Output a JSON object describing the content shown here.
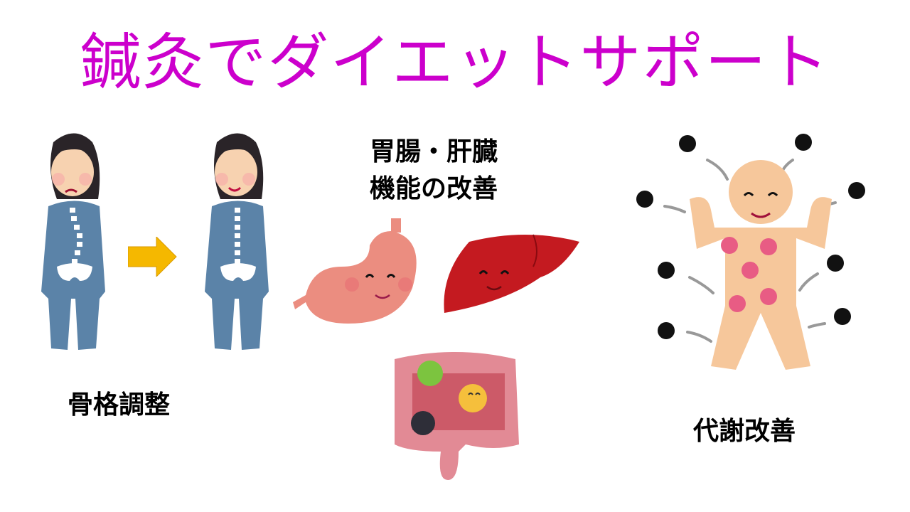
{
  "slide": {
    "title": "鍼灸でダイエットサポート",
    "title_color": "#cc00cc",
    "sections": [
      {
        "id": "skeleton",
        "label": "骨格調整"
      },
      {
        "id": "organs",
        "label_line1": "胃腸・肝臓",
        "label_line2": "機能の改善"
      },
      {
        "id": "metabolism",
        "label": "代謝改善"
      }
    ],
    "illustrations": {
      "person_before": "person-bent-spine-icon",
      "arrow": "arrow-right-icon",
      "person_after": "person-straight-spine-icon",
      "stomach": "stomach-icon",
      "liver": "liver-icon",
      "intestine": "intestine-bacteria-icon",
      "body": "body-metabolism-icon"
    },
    "colors": {
      "suit": "#5b83a8",
      "arrow": "#f5b800",
      "stomach": "#eb8d80",
      "liver": "#c41a20",
      "intestine": "#e28a95",
      "body_skin": "#f6c79b",
      "cells": "#e85c84"
    }
  }
}
